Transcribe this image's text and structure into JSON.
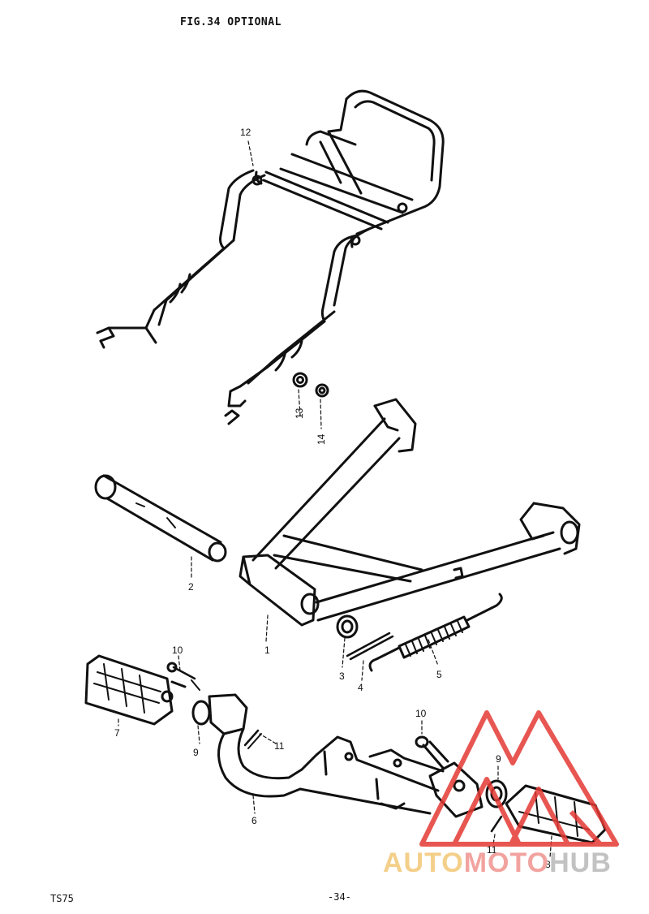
{
  "figure": {
    "title": "FIG.34  OPTIONAL",
    "model": "TS75",
    "page_number": "-34-"
  },
  "callouts": [
    {
      "id": "12",
      "label": "12"
    },
    {
      "id": "13",
      "label": "13"
    },
    {
      "id": "14",
      "label": "14"
    },
    {
      "id": "2",
      "label": "2"
    },
    {
      "id": "1",
      "label": "1"
    },
    {
      "id": "3",
      "label": "3"
    },
    {
      "id": "4",
      "label": "4"
    },
    {
      "id": "5",
      "label": "5"
    },
    {
      "id": "10a",
      "label": "10"
    },
    {
      "id": "7",
      "label": "7"
    },
    {
      "id": "9a",
      "label": "9"
    },
    {
      "id": "11a",
      "label": "11"
    },
    {
      "id": "6",
      "label": "6"
    },
    {
      "id": "10b",
      "label": "10"
    },
    {
      "id": "9b",
      "label": "9"
    },
    {
      "id": "11b",
      "label": "11"
    },
    {
      "id": "8",
      "label": "8"
    }
  ],
  "watermark": {
    "part1": "AUTO",
    "part2": "MOTO",
    "part3": "HUB",
    "colors": {
      "auto": "#f3cf8a",
      "moto": "#f2a39f",
      "hub": "#c2c2c2",
      "logo": "#e53935"
    }
  }
}
